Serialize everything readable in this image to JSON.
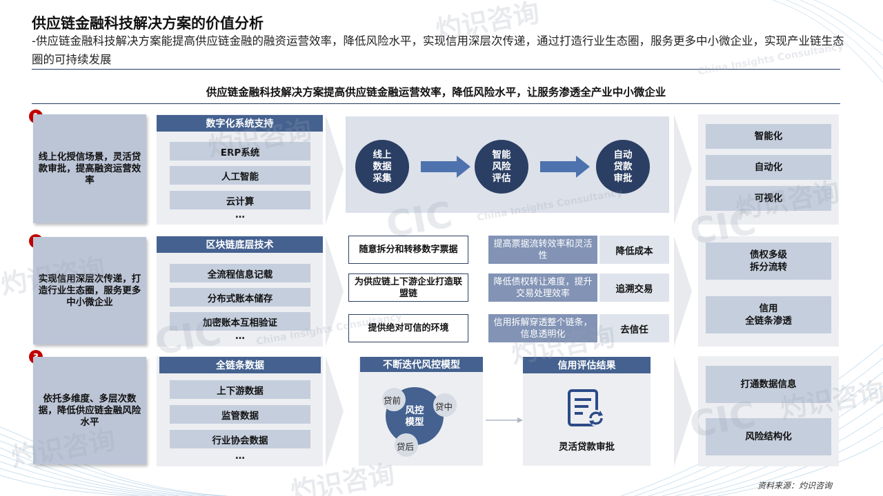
{
  "title": "供应链金融科技解决方案的价值分析",
  "subtitle": "-供应链金融科技解决方案能提高供应链金融的融资运营效率，降低风险水平，实现信用深层次传递，通过打造行业生态圈，服务更多中小微企业，实现产业链生态圈的可持续发展",
  "banner": "供应链金融科技解决方案提高供应链金融运营效率，降低风险水平，让服务渗透全产业中小微企业",
  "rows": [
    {
      "badge": "1",
      "left": "线上化授信场景，灵活贷款审批，提高融资运营效率",
      "header": "数字化系统支持",
      "items": [
        "ERP系统",
        "人工智能",
        "云计算"
      ],
      "ellipsis": "…",
      "flow": [
        "线上\n数据\n采集",
        "智能\n风险\n评估",
        "自动\n贷款\n审批"
      ],
      "results": [
        "智能化",
        "自动化",
        "可视化"
      ]
    },
    {
      "badge": "2",
      "left": "实现信用深层次传递，打造行业生态圈，服务更多中小微企业",
      "header": "区块链底层技术",
      "items": [
        "全流程信息记载",
        "分布式账本储存",
        "加密账本互相验证"
      ],
      "ellipsis": "…",
      "table": [
        {
          "feature": "随意拆分和转移数字票据",
          "benefit": "提高票据流转效率和灵活性",
          "result": "降低成本"
        },
        {
          "feature": "为供应链上下游企业打造联盟链",
          "benefit": "降低债权转让难度，提升交易处理效率",
          "result": "追溯交易"
        },
        {
          "feature": "提供绝对可信的环境",
          "benefit": "信用拆解穿透整个链条，信息透明化",
          "result": "去信任"
        }
      ],
      "results": [
        "债权多级\n拆分流转",
        "信用\n全链条渗透"
      ]
    },
    {
      "badge": "3",
      "left": "依托多维度、多层次数据，降低供应链金融风险水平",
      "header": "全链条数据",
      "items": [
        "上下游数据",
        "监管数据",
        "行业协会数据"
      ],
      "ellipsis": "…",
      "model": {
        "header": "不断迭代风控模型",
        "center": "风控\n模型",
        "before": "贷前",
        "during": "贷中",
        "after": "贷后"
      },
      "credit": {
        "header": "信用评估结果",
        "label": "灵活贷款审批"
      },
      "results": [
        "打通数据信息",
        "风险结构化"
      ]
    }
  ],
  "source": "资料来源：灼识咨询",
  "watermark": {
    "cn": "灼识咨询",
    "en": "China Insights Consultancy",
    "logo": "CIC"
  },
  "colors": {
    "navy": "#2b3e63",
    "header": "#44618f",
    "accent": "#c00000",
    "item": "#c5cedd"
  }
}
